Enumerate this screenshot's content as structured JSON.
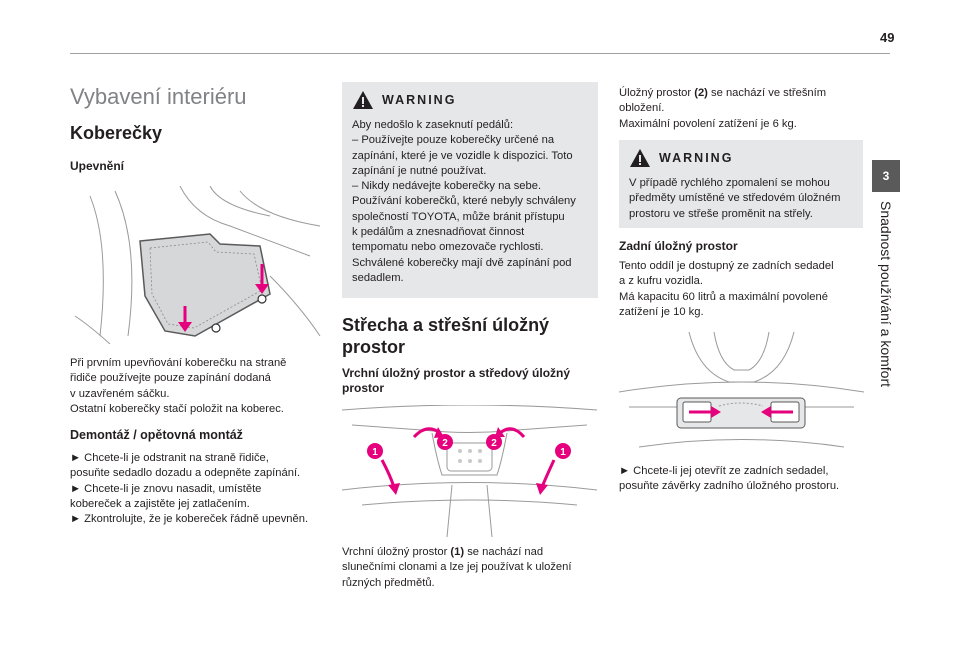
{
  "page_number": "49",
  "side_tab": {
    "number": "3",
    "label": "Snadnost používání a komfort"
  },
  "section_title": "Vybavení interiéru",
  "col1": {
    "title": "Koberečky",
    "sub1": "Upevnění",
    "p1": [
      "Při prvním upevňování koberečku na straně",
      "řidiče používejte pouze zapínání dodaná",
      "v uzavřeném sáčku.",
      "Ostatní koberečky stačí položit na koberec."
    ],
    "sub2": "Demontáž / opětovná montáž",
    "p2": [
      "► Chcete-li je odstranit na straně řidiče,",
      "posuňte sedadlo dozadu a odepněte zapínání.",
      "► Chcete-li je znovu nasadit, umístěte",
      "kobereček a zajistěte jej zatlačením.",
      "► Zkontrolujte, že je kobereček řádně upevněn."
    ]
  },
  "col2": {
    "warning_title": "WARNING",
    "warning_lines": [
      "Aby nedošlo k zaseknutí pedálů:",
      "– Používejte pouze koberečky určené na",
      "zapínání, které je ve vozidle k dispozici. Toto",
      "zapínání je nutné používat.",
      "– Nikdy nedávejte koberečky na sebe.",
      "Používání koberečků, které nebyly schváleny",
      "společností TOYOTA, může bránit přístupu",
      "k pedálům a znesnadňovat činnost",
      "tempomatu nebo omezovače rychlosti.",
      "Schválené koberečky mají dvě zapínání pod",
      "sedadlem."
    ],
    "title_line1": "Střecha a střešní úložný",
    "title_line2": "prostor",
    "sub_line1": "Vrchní úložný prostor a středový úložný",
    "sub_line2": "prostor",
    "callout_1": "1",
    "callout_2": "2",
    "caption_pre": "Vrchní úložný prostor ",
    "caption_bold": "(1)",
    "caption_post": " se nachází nad",
    "caption_lines": [
      "slunečními clonami a lze jej používat k uložení",
      "různých předmětů."
    ]
  },
  "col3": {
    "p1_pre": "Úložný prostor ",
    "p1_bold": "(2)",
    "p1_post": " se nachází ve střešním",
    "p1_lines": [
      "obložení.",
      "Maximální povolení zatížení je 6 kg."
    ],
    "warning_title": "WARNING",
    "warning_lines": [
      "V případě rychlého zpomalení se mohou",
      "předměty umístěné ve středovém úložném",
      "prostoru ve střeše proměnit na střely."
    ],
    "sub": "Zadní úložný prostor",
    "p2": [
      "Tento oddíl je dostupný ze zadních sedadel",
      "a z kufru vozidla.",
      "Má kapacitu 60 litrů a maximální povolené",
      "zatížení je 10 kg."
    ],
    "p3": [
      "► Chcete-li jej otevřít ze zadních sedadel,",
      "posuňte závěrky zadního úložného prostoru."
    ]
  },
  "colors": {
    "warning_bg": "#e6e7e8",
    "accent_magenta": "#e6007e",
    "side_tab": "#5a5a5a"
  }
}
